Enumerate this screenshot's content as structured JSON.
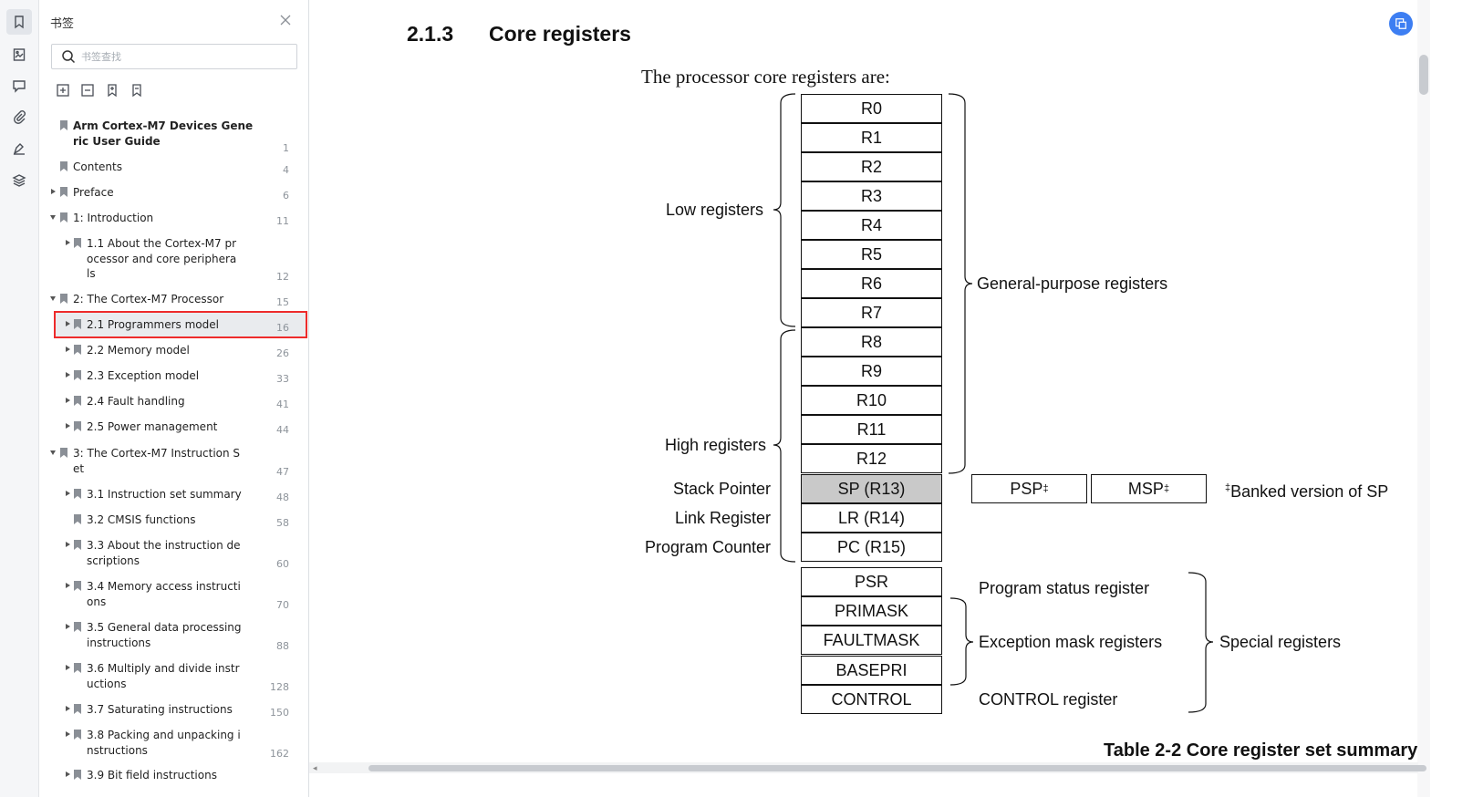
{
  "sidebar": {
    "title": "书签",
    "search_placeholder": "书签查找",
    "items": [
      {
        "label": "Arm Cortex-M7 Devices Gene\nric User Guide",
        "page": "1",
        "bold": true
      },
      {
        "label": "Contents",
        "page": "4"
      },
      {
        "label": "Preface",
        "page": "6"
      },
      {
        "label": "1: Introduction",
        "page": "11"
      },
      {
        "label": "1.1 About the Cortex-M7 pr\nocessor and core periphera\nls",
        "page": "12"
      },
      {
        "label": "2: The Cortex-M7 Processor",
        "page": "15"
      },
      {
        "label": "2.1 Programmers model",
        "page": "16"
      },
      {
        "label": "2.2 Memory model",
        "page": "26"
      },
      {
        "label": "2.3 Exception model",
        "page": "33"
      },
      {
        "label": "2.4 Fault handling",
        "page": "41"
      },
      {
        "label": "2.5 Power management",
        "page": "44"
      },
      {
        "label": "3: The Cortex-M7 Instruction S\net",
        "page": "47"
      },
      {
        "label": "3.1 Instruction set summary",
        "page": "48"
      },
      {
        "label": "3.2 CMSIS functions",
        "page": "58"
      },
      {
        "label": "3.3 About the instruction de\nscriptions",
        "page": "60"
      },
      {
        "label": "3.4 Memory access instructi\nons",
        "page": "70"
      },
      {
        "label": "3.5 General data processing\ninstructions",
        "page": "88"
      },
      {
        "label": "3.6 Multiply and divide instr\nuctions",
        "page": "128"
      },
      {
        "label": "3.7 Saturating instructions",
        "page": "150"
      },
      {
        "label": "3.8 Packing and unpacking i\nnstructions",
        "page": "162"
      },
      {
        "label": "3.9 Bit field instructions",
        "page": ""
      }
    ]
  },
  "doc": {
    "section_number": "2.1.3",
    "section_title": "Core registers",
    "intro": "The processor core registers are:",
    "registers": [
      "R0",
      "R1",
      "R2",
      "R3",
      "R4",
      "R5",
      "R6",
      "R7",
      "R8",
      "R9",
      "R10",
      "R11",
      "R12",
      "SP (R13)",
      "LR (R14)",
      "PC (R15)"
    ],
    "special_registers": [
      "PSR",
      "PRIMASK",
      "FAULTMASK",
      "BASEPRI",
      "CONTROL"
    ],
    "banked": {
      "psp": "PSP",
      "msp": "MSP",
      "dagger": "‡",
      "note": "Banked version of SP"
    },
    "labels": {
      "low": "Low registers",
      "high": "High registers",
      "general": "General-purpose registers",
      "sp": "Stack Pointer",
      "lr": "Link Register",
      "pc": "Program Counter",
      "psr": "Program status register",
      "exception": "Exception mask registers",
      "control": "CONTROL register",
      "special": "Special registers"
    },
    "caption": "Table 2-2 Core register set summary"
  }
}
